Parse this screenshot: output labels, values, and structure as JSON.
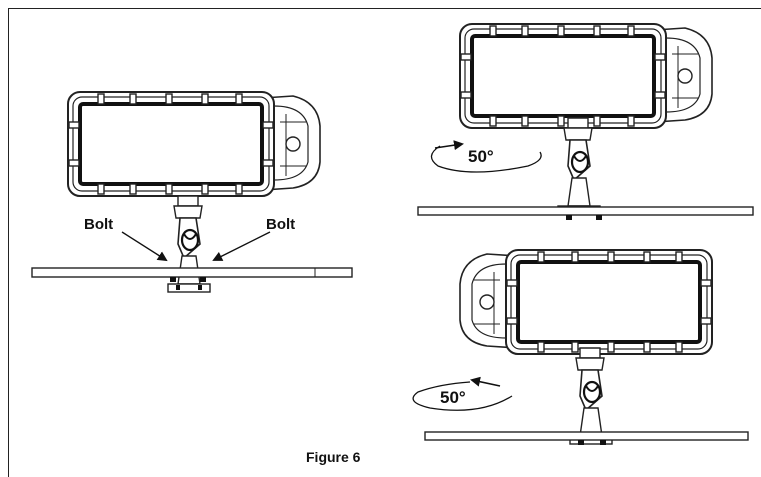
{
  "labels": {
    "bolt_left": "Bolt",
    "bolt_right": "Bolt",
    "rotation_top": "50°",
    "rotation_bottom": "50°",
    "caption": "Figure 6"
  }
}
